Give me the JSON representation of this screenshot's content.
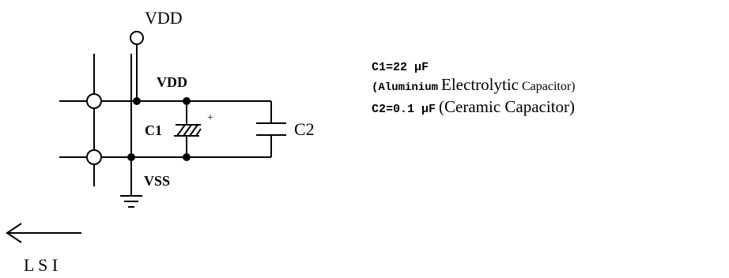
{
  "labels": {
    "vdd_top": "VDD",
    "vdd_rail": "VDD",
    "vss_rail": "VSS",
    "c1": "C1",
    "c1_plus": "+",
    "c2": "C2",
    "lsi": "L S I"
  },
  "notes": {
    "c1_value": "C1=22 μF",
    "c1_type_a": "(Aluminium",
    "c1_type_b": "Electrolytic",
    "c1_type_c": "Capacitor)",
    "c2_value": "C2=0.1 μF",
    "c2_type": "(Ceramic Capacitor)"
  }
}
